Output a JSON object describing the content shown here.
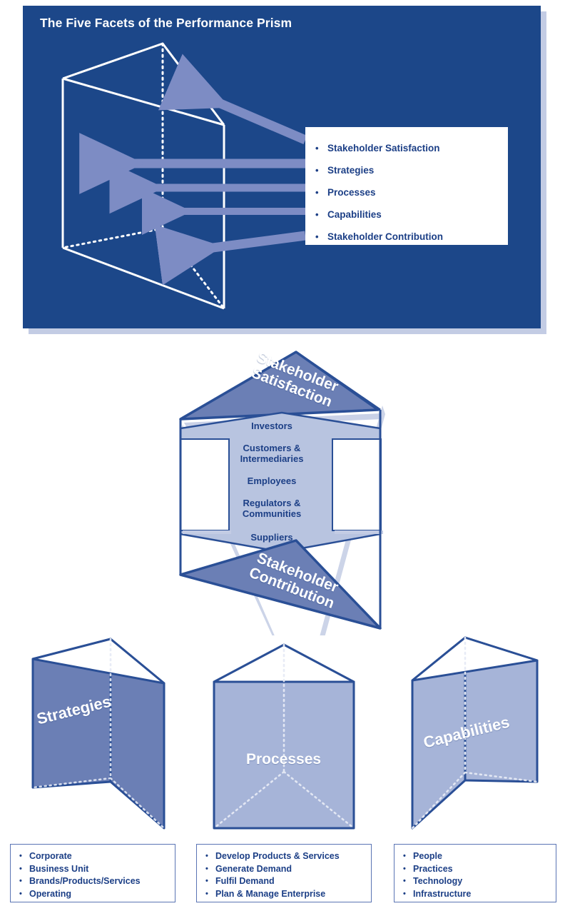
{
  "diagram": {
    "title": "The Five Facets of the Performance Prism"
  },
  "colors": {
    "panel_blue": "#1c4789",
    "panel_shadow": "#c3cce4",
    "arrow_blue": "#7d8cc4",
    "text_blue": "#1c3f86",
    "prism_dark_fill": "#6b7fb5",
    "prism_light_fill": "#a6b4d8",
    "prism_pale_fill": "#b8c4e0",
    "prism_outline": "#2a4f96",
    "white": "#ffffff"
  },
  "top_panel": {
    "title": "The Five Facets of the Performance Prism",
    "facets": [
      "Stakeholder Satisfaction",
      "Strategies",
      "Processes",
      "Capabilities",
      "Stakeholder Contribution"
    ]
  },
  "middle_prism": {
    "top_face_label": "Stakeholder\nSatisfaction",
    "bottom_face_label": "Stakeholder\nContribution",
    "stakeholders": [
      "Investors",
      "Customers &\nIntermediaries",
      "Employees",
      "Regulators &\nCommunities",
      "Suppliers"
    ],
    "stakeholders_flat": [
      "Investors",
      "Customers & Intermediaries",
      "Employees",
      "Regulators & Communities",
      "Suppliers"
    ]
  },
  "bottom_prisms": [
    {
      "name": "Strategies",
      "items": [
        "Corporate",
        "Business Unit",
        "Brands/Products/Services",
        "Operating"
      ]
    },
    {
      "name": "Processes",
      "items": [
        "Develop Products & Services",
        "Generate Demand",
        "Fulfil Demand",
        "Plan & Manage Enterprise"
      ]
    },
    {
      "name": "Capabilities",
      "items": [
        "People",
        "Practices",
        "Technology",
        "Infrastructure"
      ]
    }
  ]
}
